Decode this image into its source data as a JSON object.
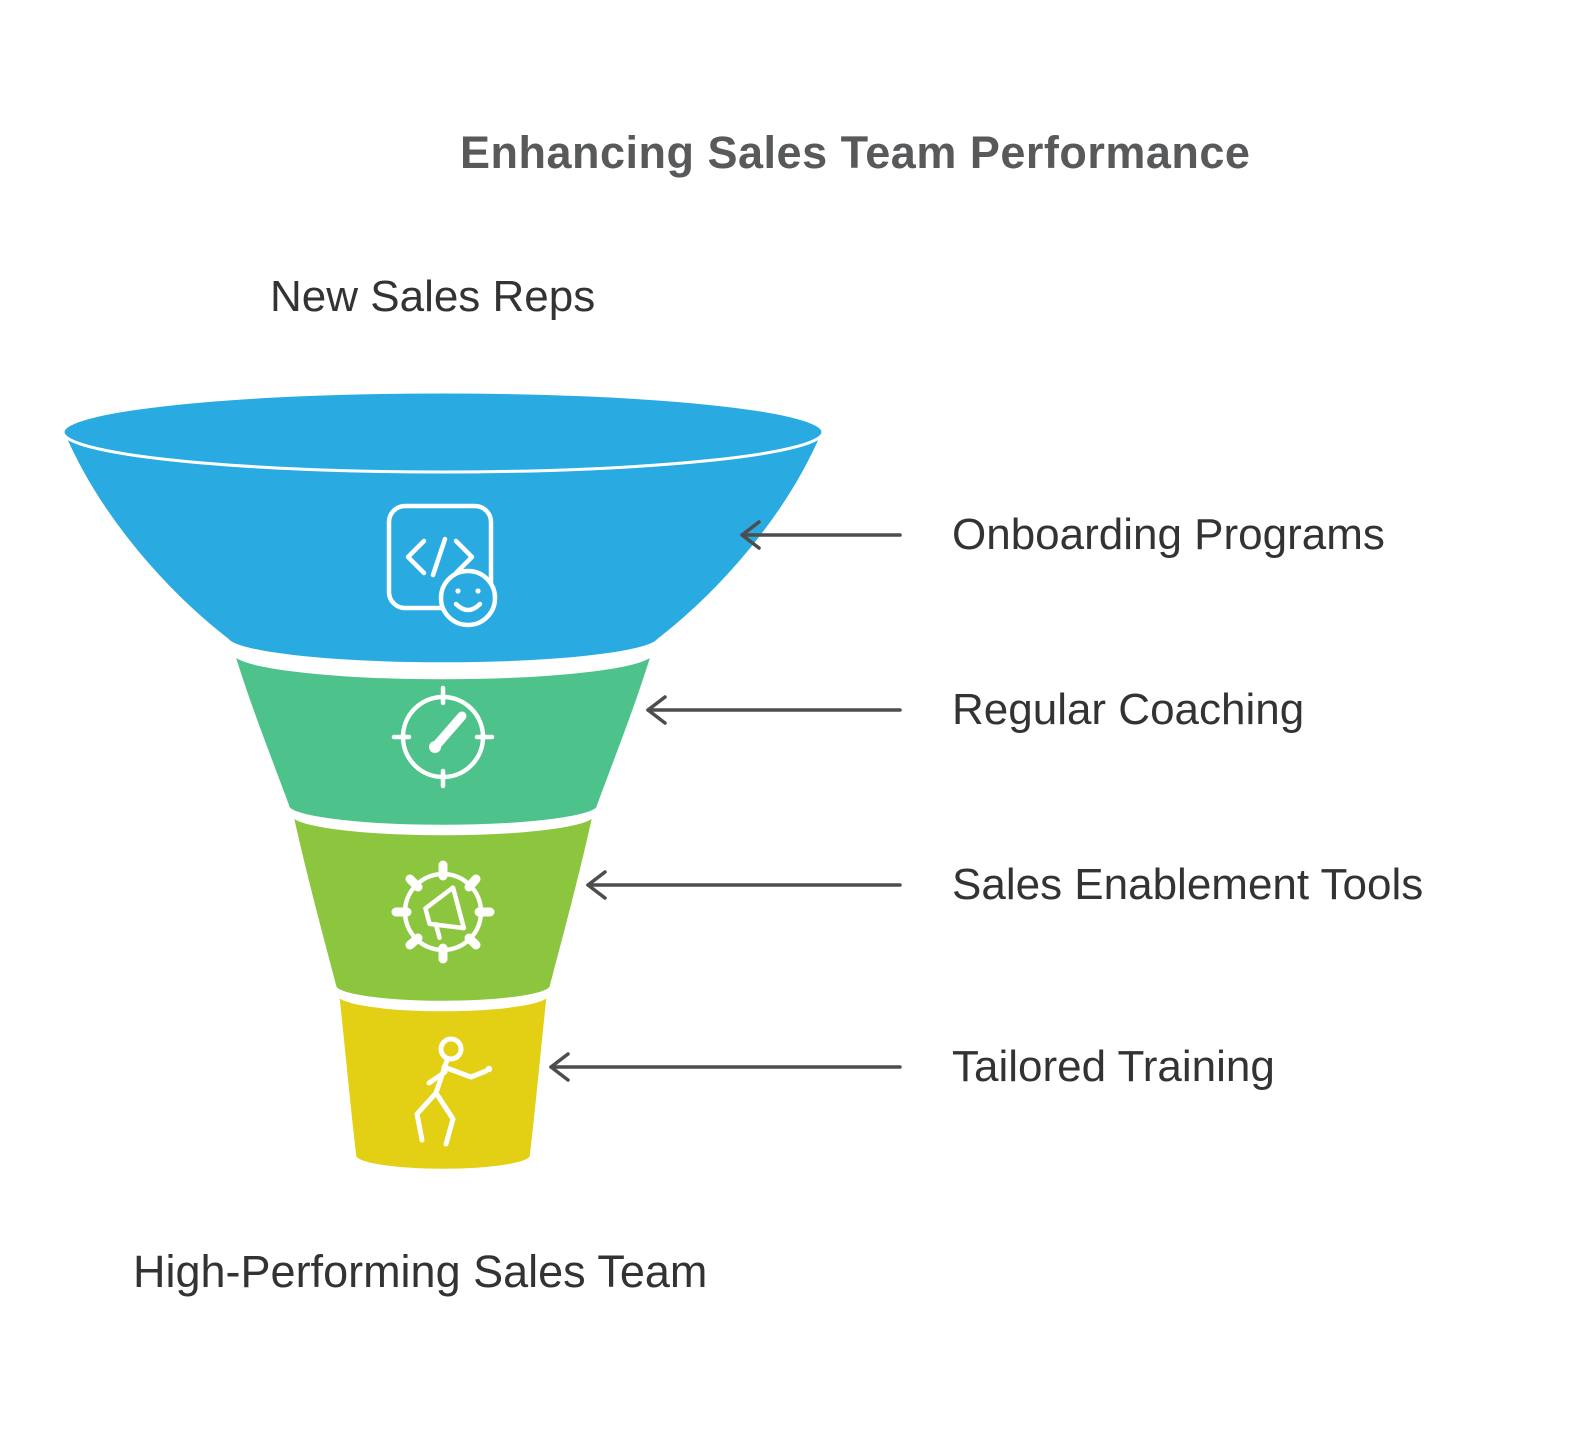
{
  "title": {
    "text": "Enhancing Sales Team Performance",
    "color": "#58595b"
  },
  "funnel": {
    "top_label": "New Sales Reps",
    "bottom_label": "High-Performing Sales Team",
    "segments": [
      {
        "label": "Onboarding Programs",
        "color": "#29abe2",
        "icon": "code-smiley-icon"
      },
      {
        "label": "Regular Coaching",
        "color": "#4ec28b",
        "icon": "gauge-target-icon"
      },
      {
        "label": "Sales Enablement Tools",
        "color": "#8cc63f",
        "icon": "gear-megaphone-icon"
      },
      {
        "label": "Tailored Training",
        "color": "#e3cf13",
        "icon": "exercise-person-icon"
      }
    ]
  },
  "style": {
    "arrow_color": "#4d4d4d",
    "label_color": "#333333",
    "icon_stroke": "#ffffff",
    "background": "#ffffff",
    "separator": "#ffffff"
  }
}
